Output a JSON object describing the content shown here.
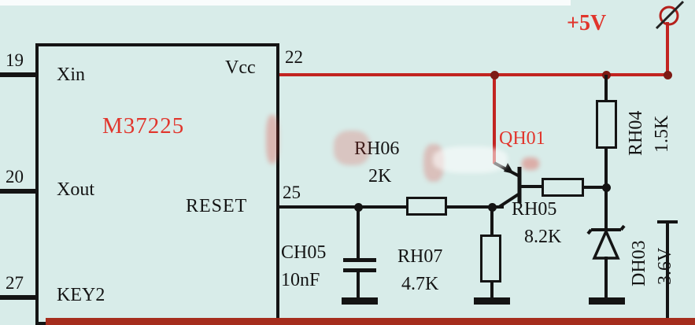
{
  "colors": {
    "background": "#d8ece9",
    "wire_black": "#141414",
    "wire_power_red": "#c22421",
    "label_red": "#e1352c",
    "bottom_bar_red": "#a52d1d"
  },
  "ic": {
    "name": "M37225",
    "left_pins": [
      {
        "number": "19",
        "label": "Xin"
      },
      {
        "number": "20",
        "label": "Xout"
      },
      {
        "number": "27",
        "label": "KEY2"
      }
    ],
    "right_pins": [
      {
        "number": "22",
        "label": "Vcc"
      },
      {
        "number": "25",
        "label": "RESET"
      }
    ]
  },
  "power": {
    "label": "+5V",
    "connector_icon": "crossed-circle"
  },
  "components": {
    "rh04": {
      "ref": "RH04",
      "value": "1.5K",
      "type": "resistor"
    },
    "rh05": {
      "ref": "RH05",
      "value": "8.2K",
      "type": "resistor"
    },
    "rh06": {
      "ref": "RH06",
      "value": "2K",
      "type": "resistor"
    },
    "rh07": {
      "ref": "RH07",
      "value": "4.7K",
      "type": "resistor"
    },
    "ch05": {
      "ref": "CH05",
      "value": "10nF",
      "type": "capacitor"
    },
    "qh01": {
      "ref": "QH01",
      "type": "transistor"
    },
    "dh03": {
      "ref": "DH03",
      "value": "3.6V",
      "type": "zener-diode"
    }
  }
}
